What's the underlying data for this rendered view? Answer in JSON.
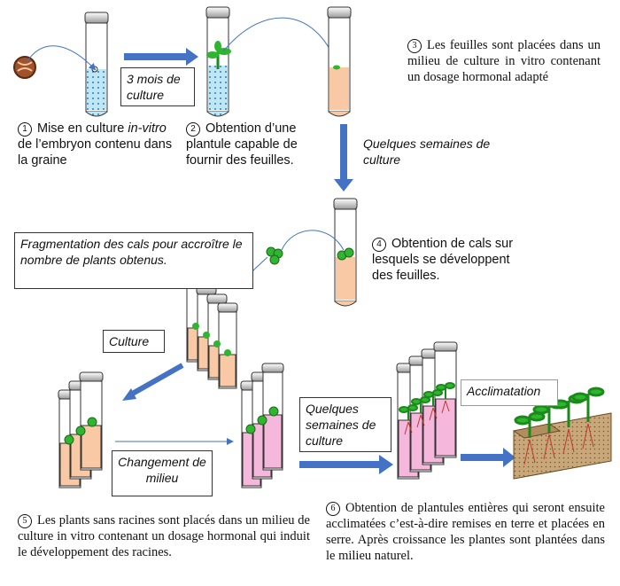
{
  "steps": {
    "s1": {
      "num": "1",
      "text_a": "Mise en culture ",
      "text_i": "in-vitro",
      "text_b": " de l’embryon contenu dans la graine"
    },
    "s2": {
      "num": "2",
      "text": "Obtention d’une plantule capable de fournir des feuilles."
    },
    "s3": {
      "num": "3",
      "text": "Les feuilles sont placées dans un milieu de culture in vitro contenant un dosage hormonal adapté"
    },
    "s4": {
      "num": "4",
      "text": "Obtention de cals sur lesquels se développent des feuilles."
    },
    "s5": {
      "num": "5",
      "text": "Les plants sans racines sont placés dans un milieu de culture in vitro contenant un dosage hormonal qui induit le développement des racines."
    },
    "s6": {
      "num": "6",
      "text": "Obtention de plantules entières qui seront ensuite acclimatées c’est-à-dire remises en terre et placées en serre. Après croissance les plantes sont plantées dans le milieu naturel."
    }
  },
  "boxes": {
    "b3mois": "3 mois de culture",
    "semaines1": "Quelques semaines de culture",
    "fragmentation": "Fragmentation des cals pour accroître le nombre de plants obtenus.",
    "culture": "Culture",
    "changement": "Changement de milieu",
    "semaines2": "Quelques semaines de culture",
    "acclimatation": "Acclimatation"
  },
  "colors": {
    "arrow": "#4472c4",
    "peach": "#f9c9a6",
    "pink": "#f6b7dc",
    "blue_liquid": "#bfe6f5",
    "plant": "#2fb52f",
    "soil": "#c8a87a",
    "root": "#c0392b"
  }
}
